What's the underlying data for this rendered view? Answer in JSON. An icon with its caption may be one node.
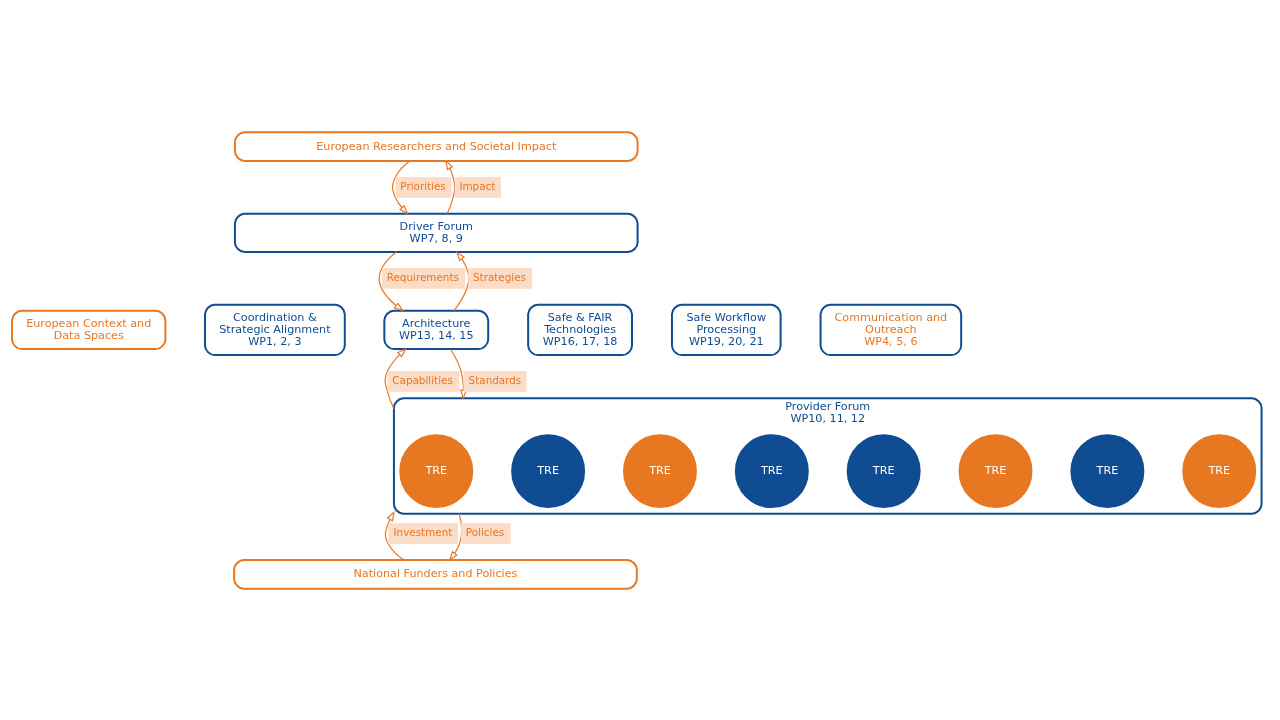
{
  "diagram": {
    "nodes": [
      {
        "text": [
          "European Researchers and Societal Impact"
        ]
      },
      {
        "text": [
          "Driver Forum",
          "WP7, 8, 9"
        ]
      },
      {
        "text": [
          "Coordination & Strategic Alignment",
          "WP1, 2, 3"
        ]
      },
      {
        "text": [
          "Architecture",
          "WP13, 14, 15"
        ]
      },
      {
        "text": [
          "Safe & FAIR Technologies",
          "WP16, 17, 18"
        ]
      },
      {
        "text": [
          "Safe Workflow Processing",
          "WP19, 20, 21"
        ]
      },
      {
        "text": [
          "Provider Forum",
          "WP10, 11, 12"
        ]
      },
      {
        "text": [
          "TRE"
        ],
        "in": 6
      },
      {
        "text": [
          "TRE"
        ],
        "in": 6
      },
      {
        "text": [
          "TRE"
        ],
        "in": 6
      },
      {
        "text": [
          "TRE"
        ],
        "in": 6
      },
      {
        "text": [
          "TRE"
        ],
        "in": 6
      },
      {
        "text": [
          "TRE"
        ],
        "in": 6
      },
      {
        "text": [
          "TRE"
        ],
        "in": 6
      },
      {
        "text": [
          "TRE"
        ],
        "in": 6
      },
      {
        "text": [
          "National Funders and Policies"
        ]
      },
      {
        "text": [
          "European Context and Data Spaces"
        ]
      },
      {
        "text": [
          "Communication and Outreach",
          "WP4, 5, 6"
        ]
      }
    ],
    "edges": [
      {
        "from": 0,
        "to": 1,
        "arrow": "to",
        "label": "Priorities"
      },
      {
        "from": 1,
        "to": 0,
        "arrow": "to",
        "label": "Impact"
      },
      {
        "from": 1,
        "to": 3,
        "arrow": "to",
        "label": "Requirements"
      },
      {
        "from": 3,
        "to": 1,
        "arrow": "to",
        "label": "Strategies"
      },
      {
        "from": 6,
        "to": 3,
        "arrow": "to",
        "label": "Capabilities"
      },
      {
        "from": 3,
        "to": 6,
        "arrow": "to",
        "label": "Standards"
      },
      {
        "from": 15,
        "to": 6,
        "arrow": "to",
        "label": "Investment"
      },
      {
        "from": 6,
        "to": 15,
        "arrow": "to",
        "label": "Policies"
      }
    ]
  }
}
